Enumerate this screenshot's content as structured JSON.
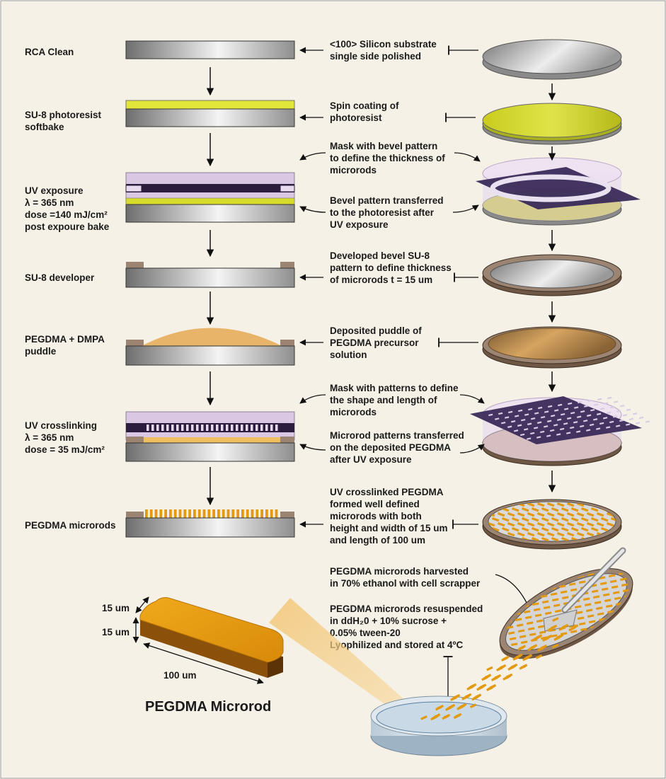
{
  "steps": [
    {
      "label": [
        "RCA Clean"
      ]
    },
    {
      "label": [
        "SU-8 photoresist",
        "softbake"
      ]
    },
    {
      "label": [
        "UV exposure",
        "λ = 365 nm",
        "dose =140 mJ/cm²",
        "post expoure bake"
      ]
    },
    {
      "label": [
        "SU-8 developer"
      ]
    },
    {
      "label": [
        "PEGDMA + DMPA",
        "puddle"
      ]
    },
    {
      "label": [
        "UV crosslinking",
        "λ = 365 nm",
        "dose = 35 mJ/cm²"
      ]
    },
    {
      "label": [
        "PEGDMA microrods"
      ]
    }
  ],
  "notes": [
    [
      "<100> Silicon substrate",
      "single side polished"
    ],
    [
      "Spin coating of",
      "photoresist"
    ],
    [
      "Mask with bevel pattern",
      "to define the thickness of",
      "microrods"
    ],
    [
      "Bevel pattern transferred",
      "to the photoresist after",
      "UV exposure"
    ],
    [
      "Developed bevel SU-8",
      "pattern to define thickness",
      "of  microrods t = 15 um"
    ],
    [
      "Deposited puddle of",
      "PEGDMA precursor",
      "solution"
    ],
    [
      "Mask with patterns to define",
      "the shape and length of",
      "microrods"
    ],
    [
      "Microrod patterns transferred",
      "on the deposited PEGDMA",
      "after UV exposure"
    ],
    [
      "UV crosslinked PEGDMA",
      "formed well defined",
      "microrods with both",
      "height and width of 15 um",
      "and length of 100 um"
    ],
    [
      "PEGDMA microrods harvested",
      "in 70% ethanol with cell scrapper"
    ],
    [
      "PEGDMA microrods resuspended",
      "in ddH₂0 + 10% sucrose +",
      "0.05% tween-20",
      "Lyophilized and stored at 4ºC"
    ]
  ],
  "microrod": {
    "dim_width": "15 um",
    "dim_height": "15 um",
    "dim_length": "100 um",
    "title": "PEGDMA Microrod"
  },
  "colors": {
    "silicon": "#9a9a9a",
    "su8": "#d7dc2a",
    "mask": "#d9c8e2",
    "mask_dark": "#2c1d3f",
    "bevel": "#9c8473",
    "pegdma": "#e8b46a",
    "rod": "#e39a10",
    "rod_dark": "#6b3e08"
  }
}
